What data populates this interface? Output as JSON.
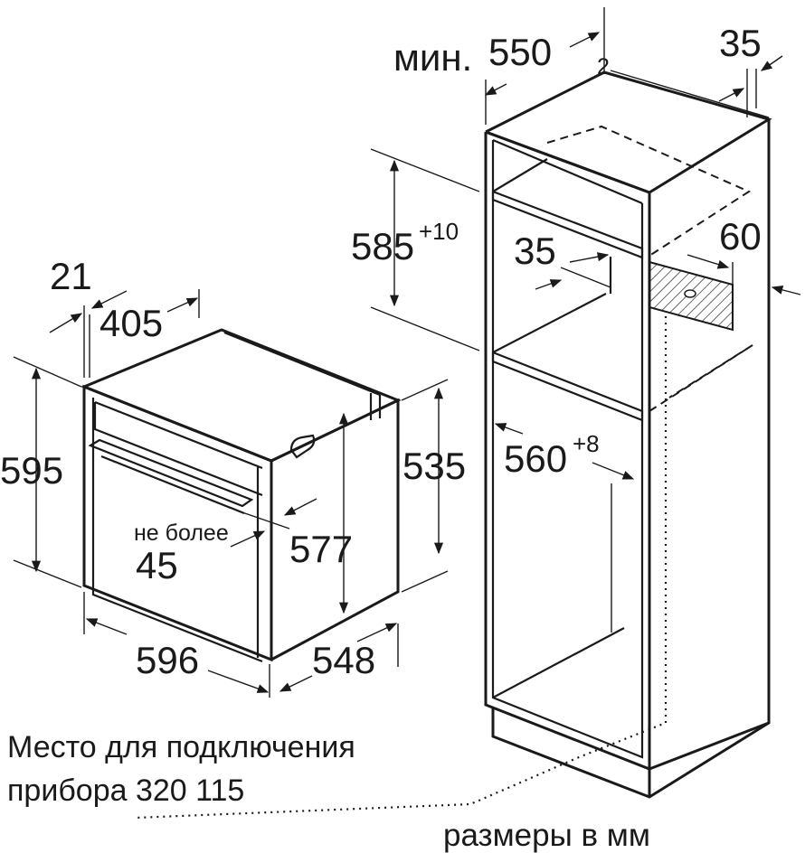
{
  "labels": {
    "min_prefix": "мин.",
    "depth_min": "550",
    "note_2": "2",
    "gap_35_top": "35",
    "height_585": "585",
    "height_585_tol": "+10",
    "vent_35": "35",
    "vent_60": "60",
    "width_560": "560",
    "width_560_tol": "+8",
    "panel_21": "21",
    "depth_405": "405",
    "height_595": "595",
    "height_577": "577",
    "height_535": "535",
    "max_note": "не более",
    "max_value": "45",
    "width_596": "596",
    "depth_548": "548"
  },
  "notes": {
    "connection_line1": "Место для подключения",
    "connection_line2": "прибора 320 115",
    "units": "размеры в мм"
  }
}
